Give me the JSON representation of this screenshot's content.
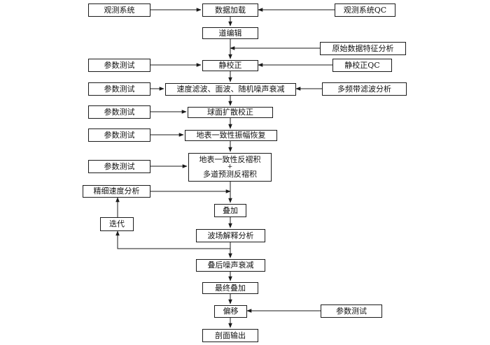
{
  "nodes": {
    "obs_system": "观测系统",
    "data_load": "数据加载",
    "obs_qc": "观测系统QC",
    "trace_edit": "道编辑",
    "raw_analysis": "原始数据特征分析",
    "param_test_1": "参数测试",
    "static": "静校正",
    "static_qc": "静校正QC",
    "param_test_2": "参数测试",
    "noise_atten": "速度滤波、面波、随机噪声衰减",
    "multiband": "多频带滤波分析",
    "param_test_3": "参数测试",
    "spherical": "球面扩散校正",
    "param_test_4": "参数测试",
    "amp_recovery": "地表一致性振幅恢复",
    "param_test_5": "参数测试",
    "decon_line1": "地表一致性反褶积",
    "decon_line2": "+",
    "decon_line3": "多道预测反褶积",
    "velocity": "精细速度分析",
    "iterate": "迭代",
    "stack": "叠加",
    "wavefield": "波场解释分析",
    "post_noise": "叠后噪声衰减",
    "final_stack": "最终叠加",
    "migration": "偏移",
    "param_test_6": "参数测试",
    "output": "剖面输出"
  }
}
